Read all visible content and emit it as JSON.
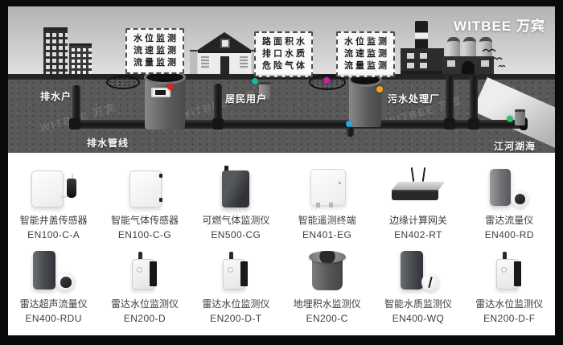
{
  "brand": {
    "logo": "WITBEE 万宾",
    "watermark": "WITBEE 万宾"
  },
  "scene": {
    "labels": {
      "drain_user": "排水户",
      "resident_user": "居民用户",
      "sewage_plant": "污水处理厂",
      "drain_pipeline": "排水管线",
      "rivers_lakes_seas": "江河湖海"
    },
    "callouts": [
      {
        "lines": [
          "水位监测",
          "流速监测",
          "流量监测"
        ]
      },
      {
        "lines": [
          "路面积水",
          "排口水质",
          "危险气体"
        ]
      },
      {
        "lines": [
          "水位监测",
          "流速监测",
          "流量监测"
        ]
      }
    ],
    "indicators": {
      "red": "#e02020",
      "teal": "#17b8a0",
      "magenta": "#cc1fa4",
      "orange": "#f2a71b",
      "cyan": "#29a8e0",
      "green": "#2fbf6e"
    }
  },
  "products": [
    {
      "name": "智能井盖传感器",
      "model": "EN100-C-A"
    },
    {
      "name": "智能气体传感器",
      "model": "EN100-C-G"
    },
    {
      "name": "可燃气体监测仪",
      "model": "EN500-CG"
    },
    {
      "name": "智能遥测终端",
      "model": "EN401-EG"
    },
    {
      "name": "边缘计算网关",
      "model": "EN402-RT"
    },
    {
      "name": "雷达流量仪",
      "model": "EN400-RD"
    },
    {
      "name": "雷达超声流量仪",
      "model": "EN400-RDU"
    },
    {
      "name": "雷达水位监测仪",
      "model": "EN200-D"
    },
    {
      "name": "雷达水位监测仪",
      "model": "EN200-D-T"
    },
    {
      "name": "地埋积水监测仪",
      "model": "EN200-C"
    },
    {
      "name": "智能水质监测仪",
      "model": "EN400-WQ"
    },
    {
      "name": "雷达水位监测仪",
      "model": "EN200-D-F"
    }
  ]
}
